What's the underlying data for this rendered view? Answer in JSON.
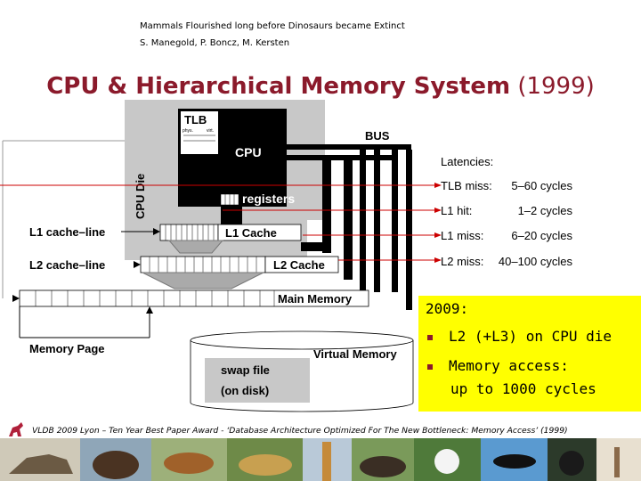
{
  "header": {
    "title": "Mammals Flourished long before Dinosaurs became Extinct",
    "authors": "S. Manegold, P. Boncz, M. Kersten"
  },
  "slide_title": {
    "main": "CPU & Hierarchical Memory System",
    "year": "(1999)"
  },
  "diagram": {
    "tlb": "TLB",
    "tlb_phys": "phys.",
    "tlb_virt": "virt.",
    "cpu": "CPU",
    "cpu_die": "CPU Die",
    "bus": "BUS",
    "registers": "registers",
    "l1_cache": "L1 Cache",
    "l2_cache": "L2 Cache",
    "main_memory": "Main Memory",
    "virtual_memory": "Virtual Memory",
    "swap_line1": "swap file",
    "swap_line2": "(on disk)",
    "l1_cache_line": "L1 cache–line",
    "l2_cache_line": "L2 cache–line",
    "memory_page": "Memory Page",
    "latencies_title": "Latencies:",
    "latencies": [
      {
        "label": "TLB miss:",
        "value": "5–60 cycles"
      },
      {
        "label": "L1 hit:",
        "value": "1–2 cycles"
      },
      {
        "label": "L1 miss:",
        "value": "6–20 cycles"
      },
      {
        "label": "L2 miss:",
        "value": "40–100 cycles"
      }
    ]
  },
  "highlight": {
    "heading": "2009:",
    "item1": "L2 (+L3) on CPU die",
    "item2": "Memory access:",
    "item2_cont": "up to 1000 cycles"
  },
  "footer": "VLDB 2009 Lyon – Ten Year Best Paper Award - ‘Database Architecture Optimized For The New Bottleneck: Memory Access’ (1999)",
  "colors": {
    "title": "#8b1a2b",
    "highlight": "#ffff00",
    "cpu_die": "#c8c8c8",
    "red_line": "#cc0000"
  }
}
